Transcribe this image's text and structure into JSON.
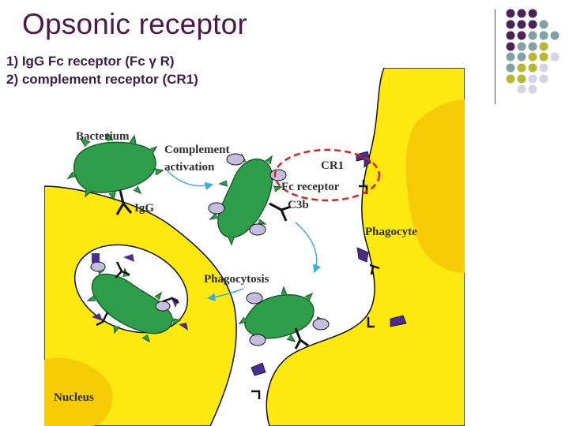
{
  "slide": {
    "title": "Opsonic receptor",
    "bullets": [
      "1) IgG Fc receptor (Fc γ R)",
      "2) complement receptor (CR1)"
    ]
  },
  "figure": {
    "labels": {
      "bacterium": "Bacterium",
      "complement_line1": "Complement",
      "complement_line2": "activation",
      "igg": "IgG",
      "cr1": "CR1",
      "fc_receptor": "Fc receptor",
      "c3b": "C3b",
      "phagocyte": "Phagocyte",
      "phagocytosis": "Phagocytosis",
      "nucleus": "Nucleus"
    }
  },
  "colors": {
    "title": "#4b1a47",
    "cell_yellow": "#fde910",
    "nucleus": "#f5cc05",
    "bacterium": "#2f9e4a",
    "receptor": "#4a2c8c",
    "c3b": "#c5bde0",
    "arrow": "#3aaee0",
    "highlight": "#e02020",
    "dot_purple": "#4b2358",
    "dot_teal": "#7fa3a4",
    "dot_olive": "#b7b832",
    "dot_lavender": "#d6d4e4"
  }
}
